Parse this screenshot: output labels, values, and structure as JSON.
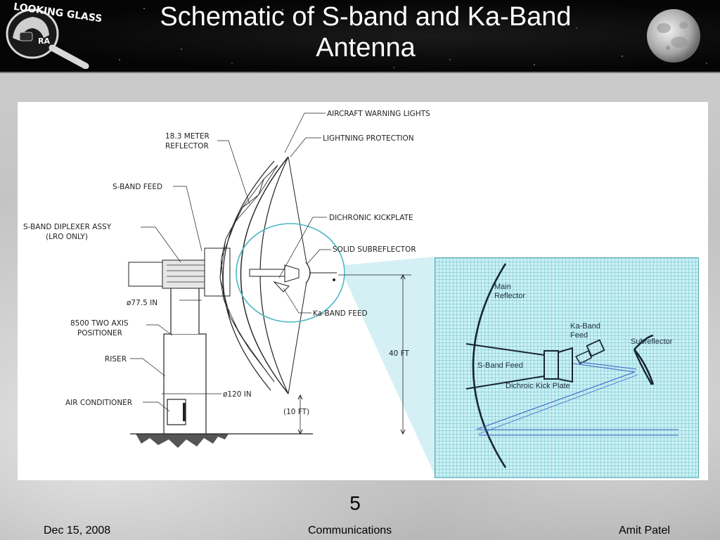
{
  "header": {
    "title_line1": "Schematic of S-band and Ka-Band",
    "title_line2": "Antenna",
    "logo_text": "LOOKING GLASS",
    "logo_badge": "RA"
  },
  "diagram": {
    "labels": {
      "aircraft_warning_lights": "AIRCRAFT WARNING LIGHTS",
      "lightning_protection": "LIGHTNING PROTECTION",
      "reflector_line1": "18.3 METER",
      "reflector_line2": "REFLECTOR",
      "s_band_feed": "S-BAND FEED",
      "diplexer_line1": "S-BAND DIPLEXER ASSY",
      "diplexer_line2": "(LRO ONLY)",
      "dichronic_kickplate": "DICHRONIC KICKPLATE",
      "solid_subreflector": "SOLID SUBREFLECTOR",
      "ka_band_feed": "Ka-BAND FEED",
      "dia_77": "ø77.5 IN",
      "positioner_line1": "8500 TWO AXIS",
      "positioner_line2": "POSITIONER",
      "riser": "RISER",
      "air_conditioner": "AIR CONDITIONER",
      "dia_120": "ø120 IN",
      "height_40": "40 FT",
      "height_10": "(10 FT)"
    },
    "inset": {
      "main_reflector_line1": "Main",
      "main_reflector_line2": "Reflector",
      "ka_band_line1": "Ka-Band",
      "ka_band_line2": "Feed",
      "subreflector": "Subreflector",
      "s_band_feed": "S-Band Feed",
      "kick_plate": "Dichroic Kick Plate"
    }
  },
  "footer": {
    "page_number": "5",
    "date": "Dec 15, 2008",
    "section": "Communications",
    "author": "Amit Patel"
  }
}
